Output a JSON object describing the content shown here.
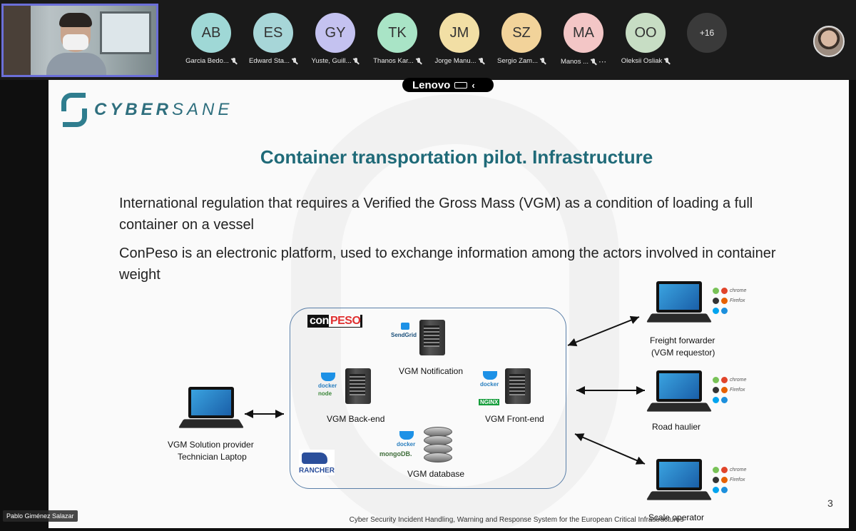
{
  "meeting": {
    "participants": [
      {
        "initials": "AB",
        "name": "Garcia Bedo...",
        "color": "#9fd8d6"
      },
      {
        "initials": "ES",
        "name": "Edward Sta...",
        "color": "#a7d6d8"
      },
      {
        "initials": "GY",
        "name": "Yuste, Guill...",
        "color": "#c4c2f0"
      },
      {
        "initials": "TK",
        "name": "Thanos Kar...",
        "color": "#a9e4c6"
      },
      {
        "initials": "JM",
        "name": "Jorge Manu...",
        "color": "#f2dfa5"
      },
      {
        "initials": "SZ",
        "name": "Sergio Zam...",
        "color": "#f2d39a"
      },
      {
        "initials": "MA",
        "name": "Manos ...",
        "color": "#f3c6c6"
      },
      {
        "initials": "OO",
        "name": "Oleksii Osliak",
        "color": "#c7ddc4"
      }
    ],
    "more_count": "+16",
    "speaker_name": "Pablo Giménez Salazar",
    "device_bar": "Lenovo"
  },
  "slide": {
    "logo_text_a": "CYBER",
    "logo_text_b": "SANE",
    "title": "Container transportation pilot. Infrastructure",
    "bullets": [
      "International regulation that requires a Verified the Gross Mass (VGM) as a condition of loading a full container on a vessel",
      "ConPeso is an electronic platform, used to exchange information among the actors involved in container weight"
    ],
    "diagram": {
      "conpeso_logo_a": "con",
      "conpeso_logo_b": "PESO",
      "sendgrid": "SendGrid",
      "docker": "docker",
      "node": "node",
      "nginx": "NGINX",
      "mongodb": "mongoDB.",
      "rancher": "RANCHER",
      "vgm_notification": "VGM Notification",
      "vgm_backend": "VGM Back-end",
      "vgm_frontend": "VGM Front-end",
      "vgm_database": "VGM database",
      "provider_line1": "VGM Solution provider",
      "provider_line2": "Technician Laptop",
      "freight_line1": "Freight forwarder",
      "freight_line2": "(VGM requestor)",
      "road_haulier": "Road haulier",
      "scale_operator": "Scale operator",
      "browser_chrome": "chrome",
      "browser_firefox": "Firefox"
    },
    "footer": "Cyber Security Incident Handling, Warning and Response System for the European Critical Infrastructures",
    "page_number": "3"
  }
}
